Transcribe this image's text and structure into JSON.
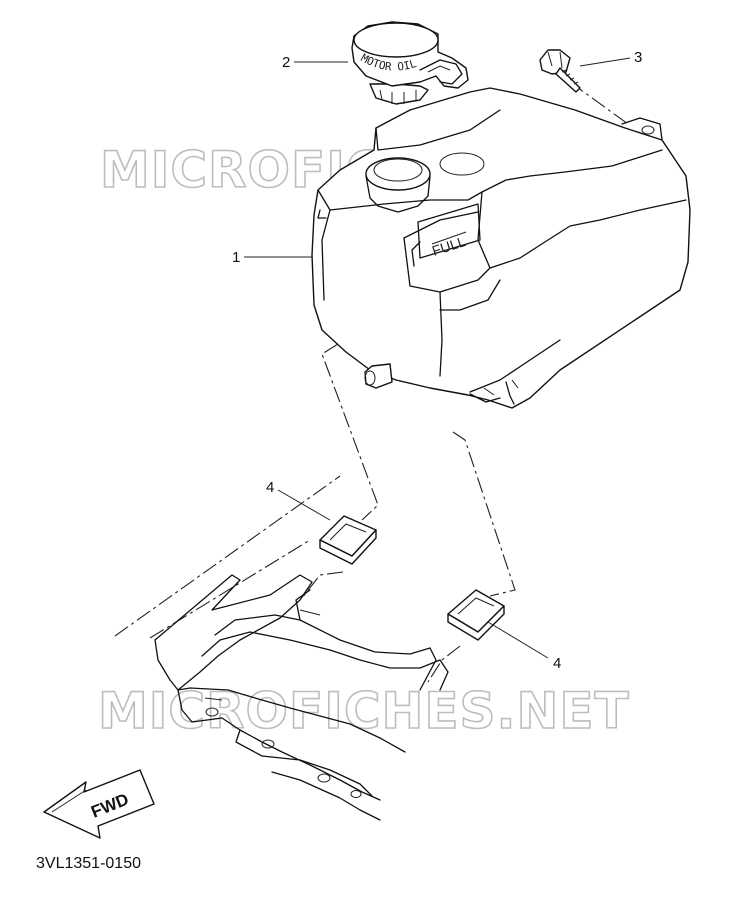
{
  "watermarks": [
    "MICROFICHES.NET",
    "MICROFICHES.NET"
  ],
  "callouts": {
    "tank": "1",
    "cap": "2",
    "bolt": "3",
    "damper_a": "4",
    "damper_b": "4"
  },
  "cap_text": "MOTOR OIL",
  "tank_label": "FULL",
  "direction_arrow": "FWD",
  "diagram_code": "3VL1351-0150"
}
